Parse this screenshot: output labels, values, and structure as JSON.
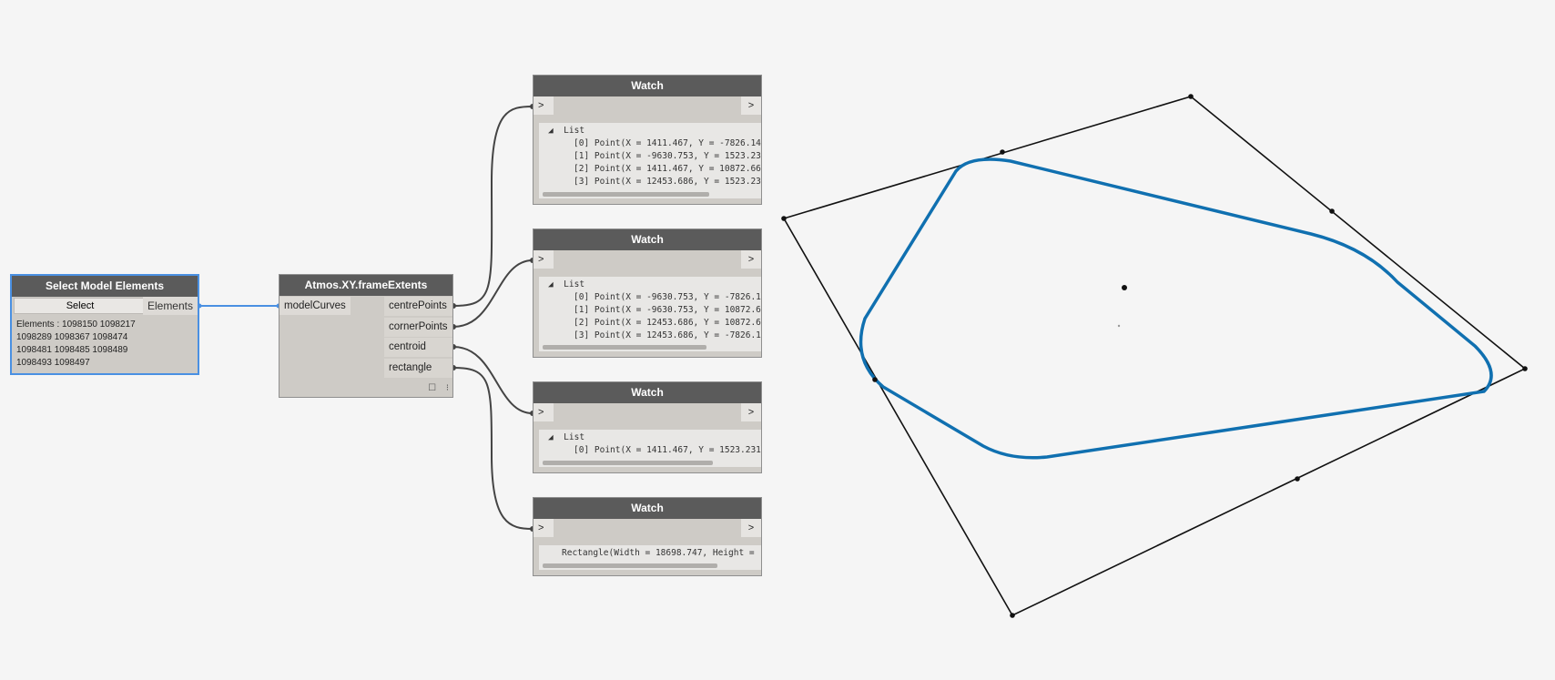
{
  "colors": {
    "wire": "#444444",
    "accent": "#1070b0",
    "selection": "#4a90e2"
  },
  "select_node": {
    "title": "Select Model Elements",
    "button_label": "Select",
    "output_port": "Elements",
    "info": "Elements : 1098150 1098217\n1098289 1098367 1098474\n1098481 1098485 1098489\n1098493 1098497"
  },
  "atmos_node": {
    "title": "Atmos.XY.frameExtents",
    "input_port": "modelCurves",
    "outputs": [
      "centrePoints",
      "cornerPoints",
      "centroid",
      "rectangle"
    ],
    "footer_icons": [
      "☐",
      "⁝"
    ]
  },
  "watch_nodes": [
    {
      "title": "Watch",
      "in": ">",
      "out": ">",
      "list_label": "List",
      "items": [
        "[0] Point(X = 1411.467, Y = -7826.14",
        "[1] Point(X = -9630.753, Y = 1523.23",
        "[2] Point(X = 1411.467, Y = 10872.66",
        "[3] Point(X = 12453.686, Y = 1523.23"
      ]
    },
    {
      "title": "Watch",
      "in": ">",
      "out": ">",
      "list_label": "List",
      "items": [
        "[0] Point(X = -9630.753, Y = -7826.1",
        "[1] Point(X = -9630.753, Y = 10872.6",
        "[2] Point(X = 12453.686, Y = 10872.6",
        "[3] Point(X = 12453.686, Y = -7826.1"
      ]
    },
    {
      "title": "Watch",
      "in": ">",
      "out": ">",
      "list_label": "List",
      "items": [
        "[0] Point(X = 1411.467, Y = 1523.231"
      ]
    },
    {
      "title": "Watch",
      "in": ">",
      "out": ">",
      "list_label": "",
      "value": "Rectangle(Width = 18698.747, Height ="
    }
  ]
}
